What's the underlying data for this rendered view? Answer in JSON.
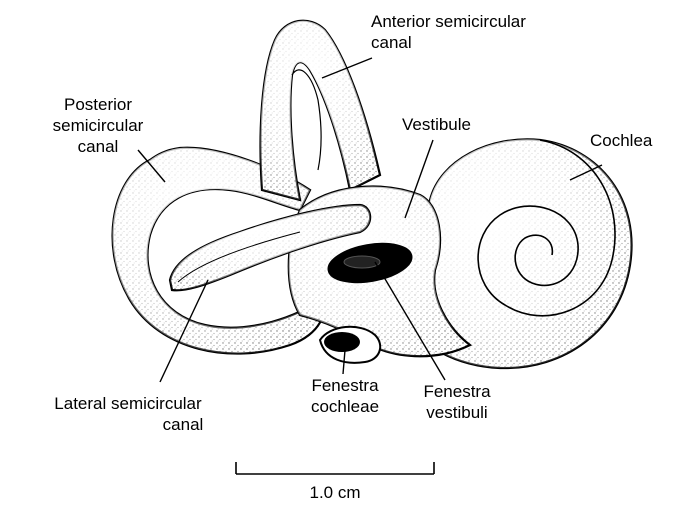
{
  "labels": {
    "anterior": [
      "Anterior semicircular",
      "canal"
    ],
    "posterior": [
      "Posterior",
      "semicircular",
      "canal"
    ],
    "vestibule": [
      "Vestibule"
    ],
    "cochlea": [
      "Cochlea"
    ],
    "lateral": [
      "Lateral semicircular",
      "canal"
    ],
    "fen_cochleae": [
      "Fenestra",
      "cochleae"
    ],
    "fen_vestibuli": [
      "Fenestra",
      "vestibuli"
    ]
  },
  "scale_bar": {
    "label": "1.0 cm"
  },
  "colors": {
    "ink": "#000000",
    "fill": "#ffffff",
    "stipple": "#555555"
  }
}
